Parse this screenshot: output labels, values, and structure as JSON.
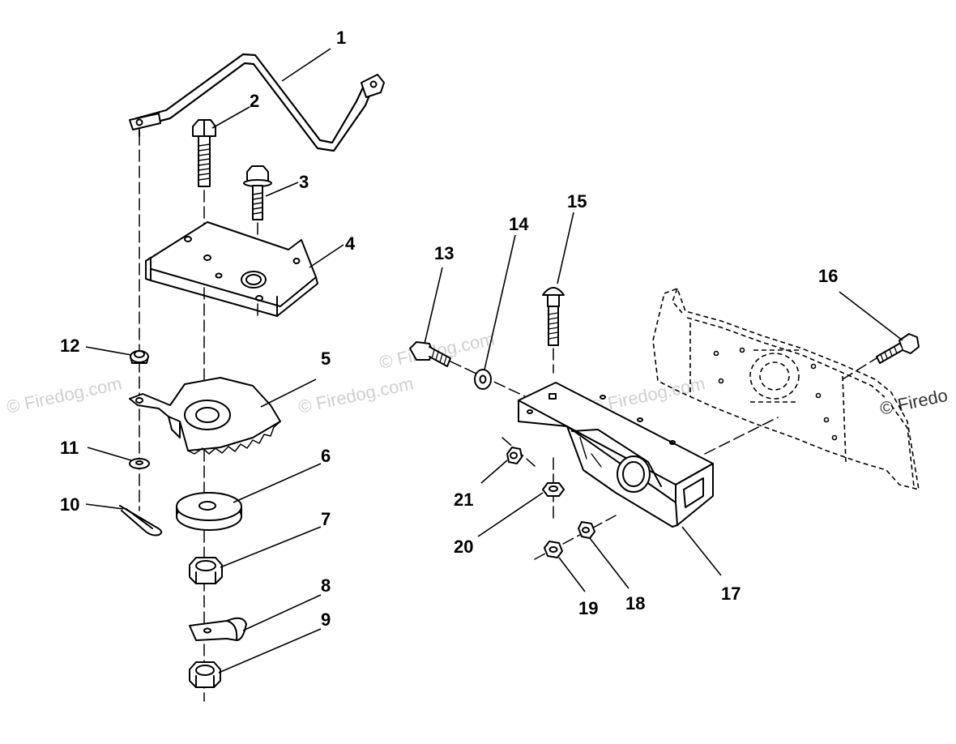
{
  "diagram": {
    "callouts": {
      "c1": "1",
      "c2": "2",
      "c3": "3",
      "c4": "4",
      "c5": "5",
      "c6": "6",
      "c7": "7",
      "c8": "8",
      "c9": "9",
      "c10": "10",
      "c11": "11",
      "c12": "12",
      "c13": "13",
      "c14": "14",
      "c15": "15",
      "c16": "16",
      "c17": "17",
      "c18": "18",
      "c19": "19",
      "c20": "20",
      "c21": "21"
    },
    "watermarks": {
      "w1": "© Firedog.com",
      "w2": "© Firedog.com",
      "w3": "© Firedog.com",
      "w4": "© Firedog.com",
      "w5": "© Firedo"
    },
    "colors": {
      "line": "#000000",
      "watermark": "#cfcfcf"
    }
  }
}
